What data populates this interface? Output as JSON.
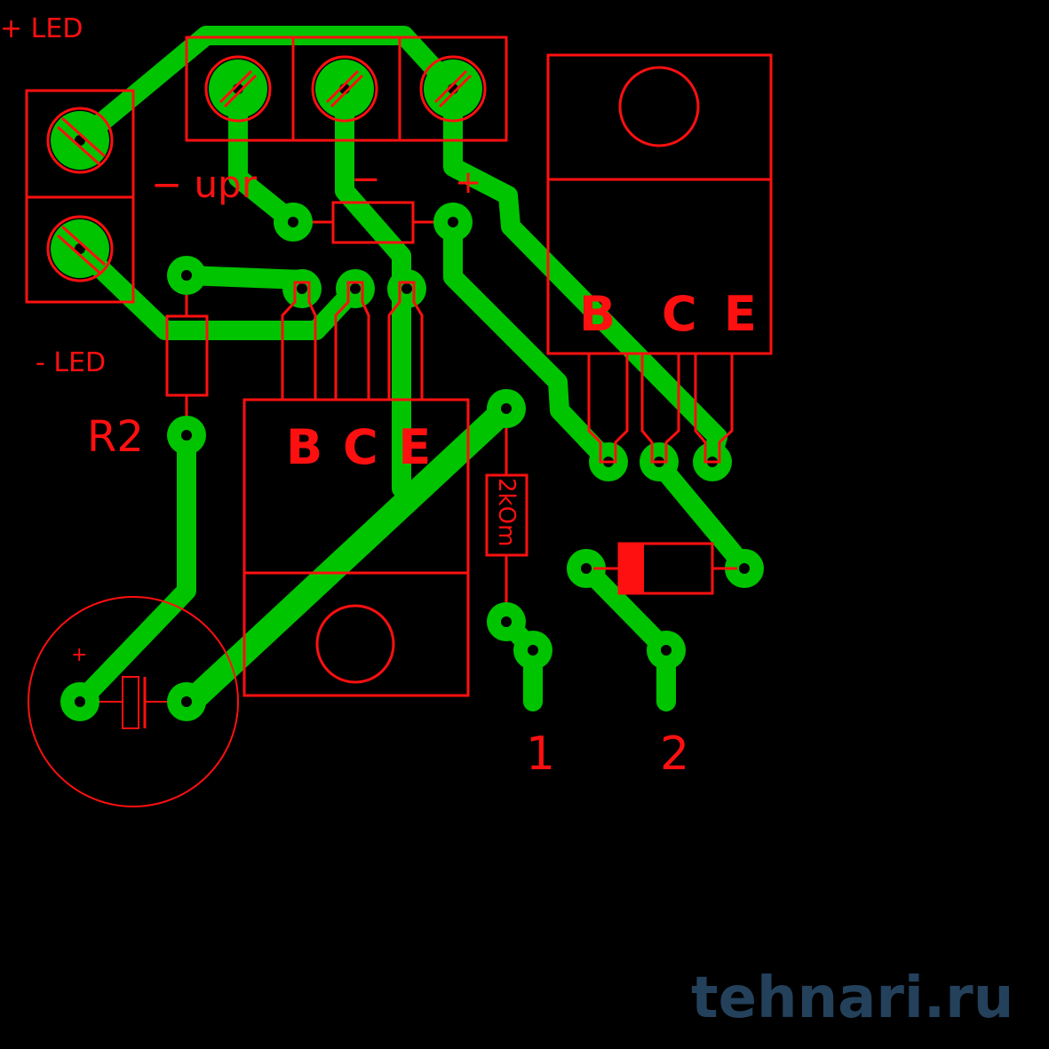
{
  "labels": {
    "plus_led": "+ LED",
    "minus_upr": "− upr",
    "minus": "−",
    "plus": "+",
    "minus_led": "- LED",
    "r2": "R2",
    "lower_transistor_pins": "B C E",
    "upper_pin_b": "B",
    "upper_pin_c": "C",
    "upper_pin_e": "E",
    "resistor_value": "2kOm",
    "cap_plus": "+",
    "output_1": "1",
    "output_2": "2"
  },
  "watermark": "tehnari.ru",
  "colors": {
    "copper": "#00c400",
    "silkscreen": "#ff1010",
    "background": "#000000"
  }
}
